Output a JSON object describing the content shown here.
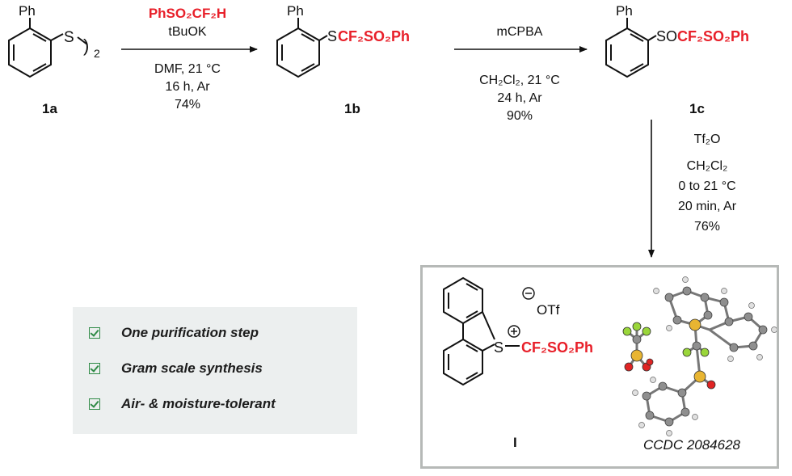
{
  "compounds": {
    "c1a": {
      "label": "1a",
      "substituent": "Ph",
      "sulfur": "S",
      "multiplier": "2"
    },
    "c1b": {
      "label": "1b",
      "substituent": "Ph",
      "group_s": "S",
      "group_red": "CF₂SO₂Ph"
    },
    "c1c": {
      "label": "1c",
      "substituent": "Ph",
      "group_so": "SO",
      "group_red": "CF₂SO₂Ph"
    },
    "productI": {
      "label": "I",
      "counterion": "OTf",
      "sulfur": "S",
      "group_red": "CF₂SO₂Ph",
      "ccdc": "CCDC 2084628"
    }
  },
  "steps": {
    "step1": {
      "reagent_red": "PhSO₂CF₂H",
      "reagent2": "tBuOK",
      "conditions": [
        "DMF, 21 °C",
        "16 h, Ar",
        "74%"
      ]
    },
    "step2": {
      "reagent": "mCPBA",
      "conditions": [
        "CH₂Cl₂, 21 °C",
        "24 h, Ar",
        "90%"
      ]
    },
    "step3": {
      "reagent": "Tf₂O",
      "conditions": [
        "CH₂Cl₂",
        "0 to 21 °C",
        "20 min, Ar",
        "76%"
      ]
    }
  },
  "benefits": [
    "One purification step",
    "Gram scale synthesis",
    "Air- & moisture-tolerant"
  ],
  "colors": {
    "highlight": "#e8202a",
    "check": "#2f8a46",
    "box_border": "#b6b9b7",
    "benefits_bg": "#ecefef"
  }
}
